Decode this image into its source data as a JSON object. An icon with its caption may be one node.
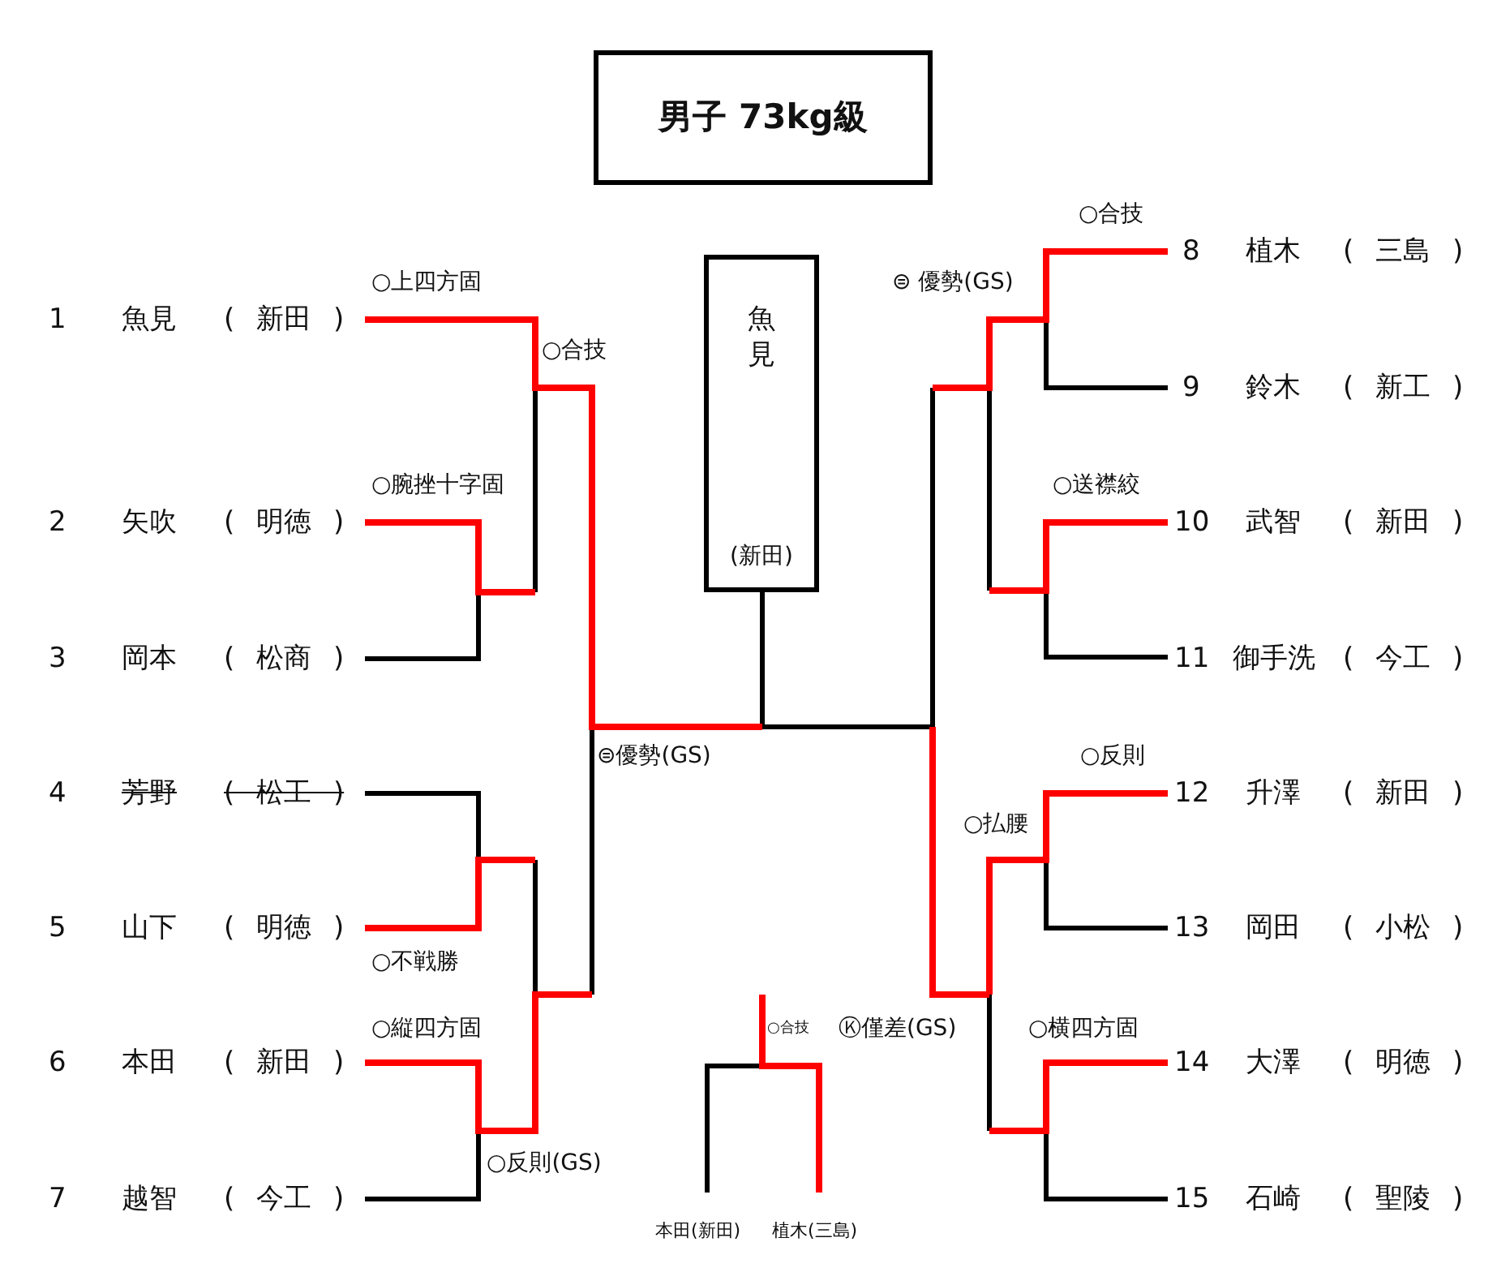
{
  "diagram": {
    "title": "男子 73kg級",
    "nodes": [
      {
        "text": [
          "魚見",
          "(新田)"
        ]
      }
    ],
    "labels": [
      "○合技",
      "8",
      "植木",
      "( 三島 )",
      "○上四方固",
      "⊜ 優勢(GS)",
      "1",
      "魚見",
      "( 新田 )",
      "○合技",
      "9",
      "鈴木",
      "( 新工 )",
      "○腕挫十字固",
      "○送襟絞",
      "2",
      "矢吹",
      "( 明徳 )",
      "10",
      "武智",
      "( 新田 )",
      "3",
      "岡本",
      "( 松商 )",
      "11",
      "御手洗",
      "( 今工 )",
      "⊜優勢(GS)",
      "○反則",
      "4",
      "芳野",
      "( 松工 )",
      "12",
      "升澤",
      "( 新田 )",
      "○払腰",
      "5",
      "山下",
      "( 明徳 )",
      "13",
      "岡田",
      "( 小松 )",
      "○不戦勝",
      "○縦四方固",
      "○合技",
      "Ⓚ僅差(GS)",
      "○横四方固",
      "6",
      "本田",
      "( 新田 )",
      "14",
      "大澤",
      "( 明徳 )",
      "○反則(GS)",
      "7",
      "越智",
      "( 今工 )",
      "15",
      "石崎",
      "( 聖陵 )",
      "本田(新田)",
      "植木(三島)"
    ]
  }
}
